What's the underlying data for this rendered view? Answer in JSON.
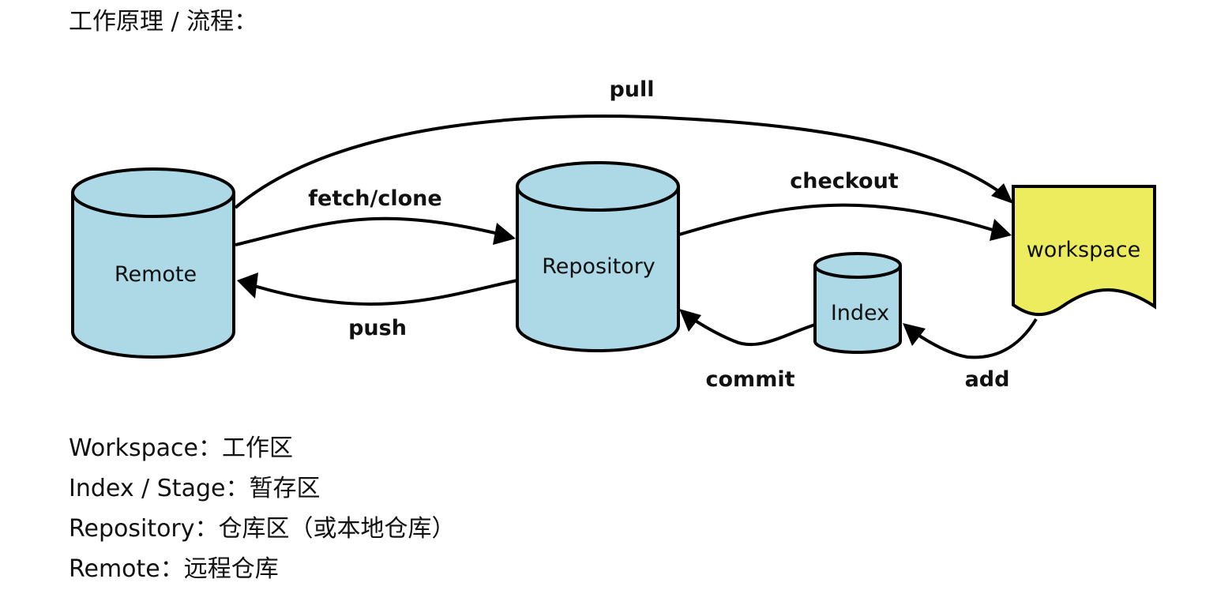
{
  "heading": "工作原理 / 流程：",
  "diagram": {
    "nodes": {
      "remote": "Remote",
      "repository": "Repository",
      "index": "Index",
      "workspace": "workspace"
    },
    "edges": {
      "pull": "pull",
      "fetch_clone": "fetch/clone",
      "push": "push",
      "checkout": "checkout",
      "commit": "commit",
      "add": "add"
    },
    "colors": {
      "cylinder_fill": "#add8e6",
      "workspace_fill": "#ecec5e",
      "stroke": "#000000"
    }
  },
  "definitions": [
    "Workspace：工作区",
    "Index / Stage：暂存区",
    "Repository：仓库区（或本地仓库）",
    "Remote：远程仓库"
  ]
}
